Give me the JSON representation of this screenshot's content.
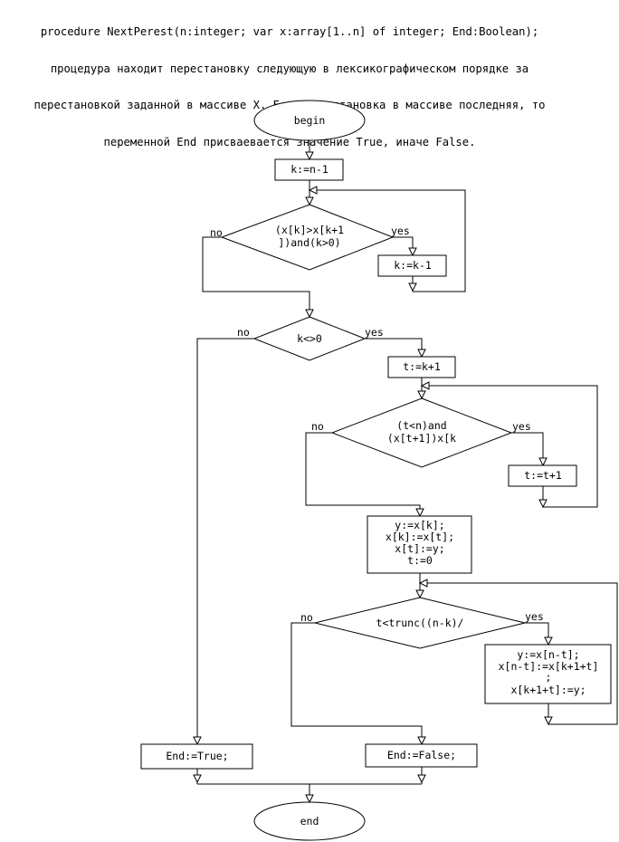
{
  "header": {
    "lines": [
      "procedure NextPerest(n:integer; var x:array[1..n] of integer; End:Boolean);",
      "процедура находит перестановку следующую в лексикографическом порядке за",
      "перестановкой заданной в массиве X. Если перестановка в массиве последняя, то",
      "переменной End присваевается значение True, иначе False."
    ]
  },
  "nodes": {
    "begin": "begin",
    "k_init": "k:=n-1",
    "cond1": [
      "(x[k]>x[k+1",
      "])and(k>0)"
    ],
    "k_dec": "k:=k-1",
    "cond2": "k<>0",
    "t_init": "t:=k+1",
    "cond3": [
      "(t<n)and",
      "(x[t+1])x[k"
    ],
    "t_inc": "t:=t+1",
    "swap": [
      "y:=x[k];",
      "x[k]:=x[t];",
      "x[t]:=y;",
      "t:=0"
    ],
    "cond4": "t<trunc((n-k)/",
    "swap2": [
      "y:=x[n-t];",
      "x[n-t]:=x[k+1+t]",
      ";",
      "x[k+1+t]:=y;"
    ],
    "end_true": "End:=True;",
    "end_false": "End:=False;",
    "end": "end"
  },
  "branch_labels": {
    "yes": "yes",
    "no": "no"
  }
}
